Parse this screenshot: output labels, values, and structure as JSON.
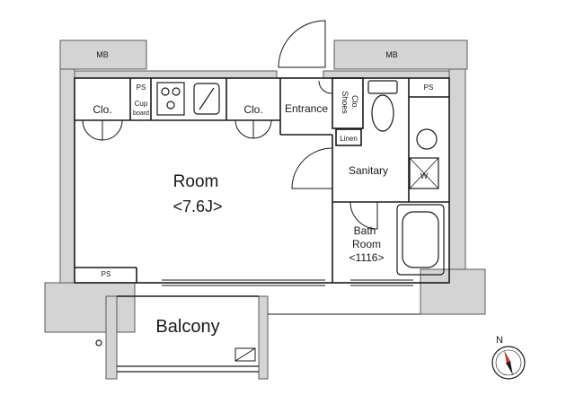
{
  "labels": {
    "mb_left": "MB",
    "mb_right": "MB",
    "ps_top_left": "PS",
    "ps_top_right": "PS",
    "ps_bottom": "PS",
    "clo_left": "Clo.",
    "clo_mid": "Clo.",
    "cupboard_line1": "Cup",
    "cupboard_line2": "board",
    "entrance": "Entrance",
    "shoes_line1": "Shoes",
    "shoes_line2": "Clo.",
    "linen": "Linen",
    "sanitary": "Sanitary",
    "washer": "W",
    "room": "Room",
    "room_size": "<7.6J>",
    "bath_line1": "Bath",
    "bath_line2": "Room",
    "bath_size": "<1116>",
    "balcony": "Balcony",
    "north": "N"
  },
  "colors": {
    "wall": "#5a5a5a",
    "wall_fill": "#d4d4d4",
    "line": "#1a1a1a",
    "compass_red": "#c0392b"
  }
}
